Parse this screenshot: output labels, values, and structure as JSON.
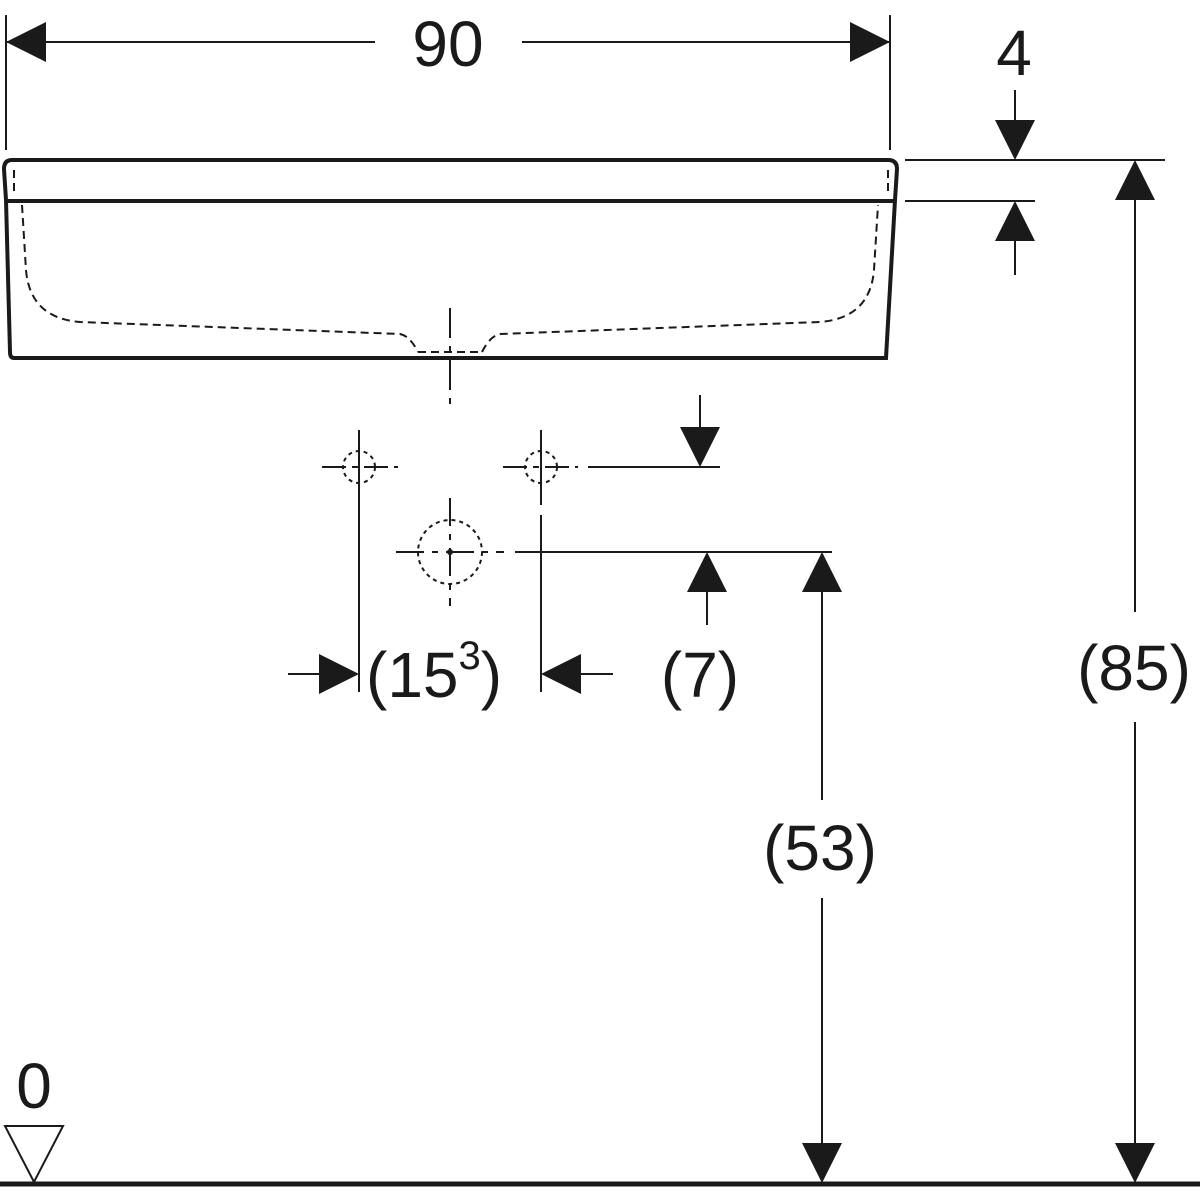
{
  "dimensions": {
    "width": "90",
    "rim_thickness": "4",
    "total_height": "(85)",
    "tap_hole_spacing_open": "(15",
    "tap_hole_spacing_sup": "3",
    "tap_hole_spacing_close": ")",
    "tap_hole_offset": "(7)",
    "waste_height": "(53)",
    "floor_level": "0"
  }
}
